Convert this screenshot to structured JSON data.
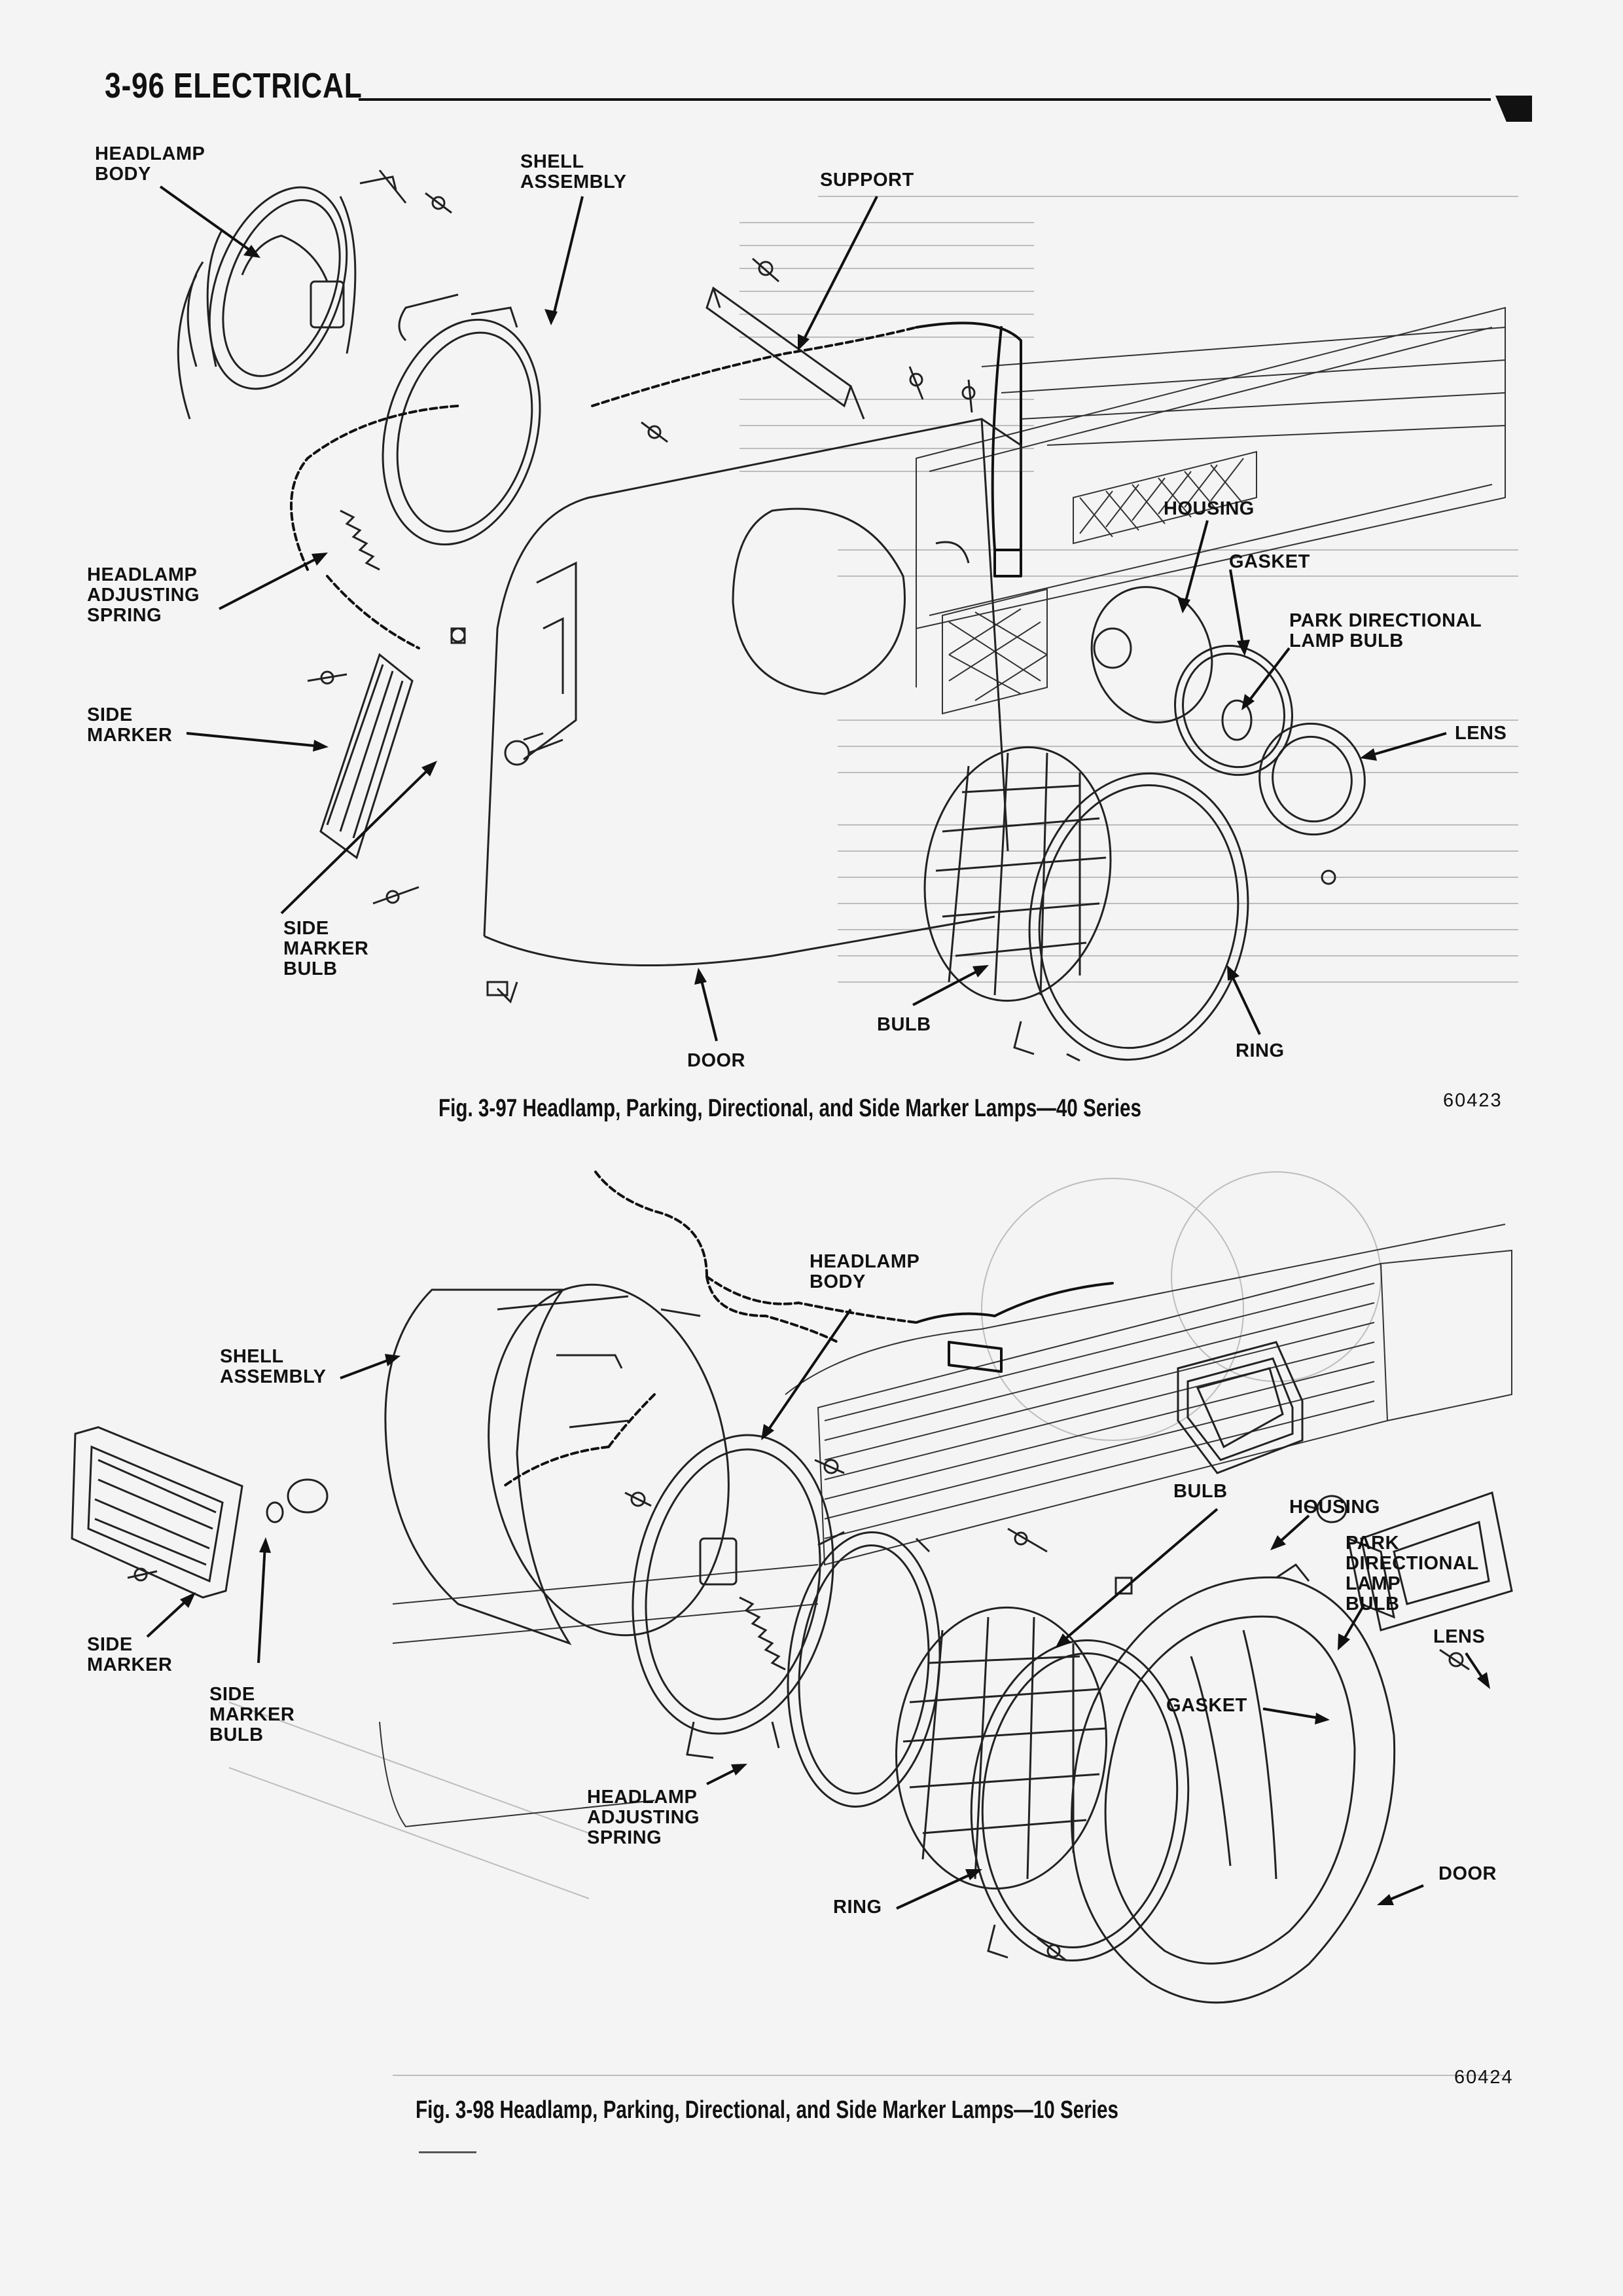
{
  "header": {
    "title": "3-96 ELECTRICAL"
  },
  "figure_97": {
    "caption": "Fig. 3-97 Headlamp, Parking, Directional, and Side Marker Lamps—40 Series",
    "number": "60423",
    "labels": {
      "headlamp_body": "HEADLAMP\nBODY",
      "shell_assembly": "SHELL\nASSEMBLY",
      "support": "SUPPORT",
      "housing": "HOUSING",
      "gasket": "GASKET",
      "park_directional": "PARK DIRECTIONAL\nLAMP BULB",
      "lens": "LENS",
      "adjusting_spring": "HEADLAMP\nADJUSTING\nSPRING",
      "side_marker": "SIDE\nMARKER",
      "side_marker_bulb": "SIDE\nMARKER\nBULB",
      "bulb": "BULB",
      "ring": "RING",
      "door": "DOOR"
    }
  },
  "figure_98": {
    "caption": "Fig. 3-98 Headlamp, Parking, Directional, and Side Marker Lamps—10 Series",
    "number": "60424",
    "labels": {
      "headlamp_body": "HEADLAMP\nBODY",
      "shell_assembly": "SHELL\nASSEMBLY",
      "bulb": "BULB",
      "housing": "HOUSING",
      "park_directional": "PARK\nDIRECTIONAL\nLAMP\nBULB",
      "lens": "LENS",
      "gasket": "GASKET",
      "side_marker": "SIDE\nMARKER",
      "side_marker_bulb": "SIDE\nMARKER\nBULB",
      "adjusting_spring": "HEADLAMP\nADJUSTING\nSPRING",
      "ring": "RING",
      "door": "DOOR"
    }
  }
}
